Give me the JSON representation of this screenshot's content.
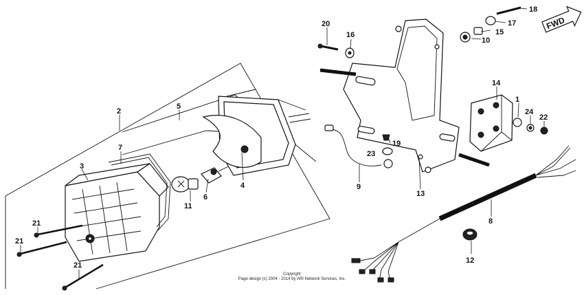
{
  "direction_label": "FWD",
  "callouts": [
    {
      "id": "c1",
      "label": "1"
    },
    {
      "id": "c2",
      "label": "2"
    },
    {
      "id": "c3",
      "label": "3"
    },
    {
      "id": "c4",
      "label": "4"
    },
    {
      "id": "c5",
      "label": "5"
    },
    {
      "id": "c6",
      "label": "6"
    },
    {
      "id": "c7",
      "label": "7"
    },
    {
      "id": "c8",
      "label": "8"
    },
    {
      "id": "c9",
      "label": "9"
    },
    {
      "id": "c10",
      "label": "10"
    },
    {
      "id": "c11",
      "label": "11"
    },
    {
      "id": "c12",
      "label": "12"
    },
    {
      "id": "c13",
      "label": "13"
    },
    {
      "id": "c14",
      "label": "14"
    },
    {
      "id": "c15",
      "label": "15"
    },
    {
      "id": "c16",
      "label": "16"
    },
    {
      "id": "c17",
      "label": "17"
    },
    {
      "id": "c18",
      "label": "18"
    },
    {
      "id": "c19",
      "label": "19"
    },
    {
      "id": "c20",
      "label": "20"
    },
    {
      "id": "c21a",
      "label": "21"
    },
    {
      "id": "c21b",
      "label": "21"
    },
    {
      "id": "c21c",
      "label": "21"
    },
    {
      "id": "c22",
      "label": "22"
    },
    {
      "id": "c23",
      "label": "23"
    },
    {
      "id": "c24",
      "label": "24"
    }
  ],
  "copyright": {
    "line1": "Copyright",
    "line2": "Page design (c) 2004 - 2014 by ARI Network Services, Inc."
  }
}
